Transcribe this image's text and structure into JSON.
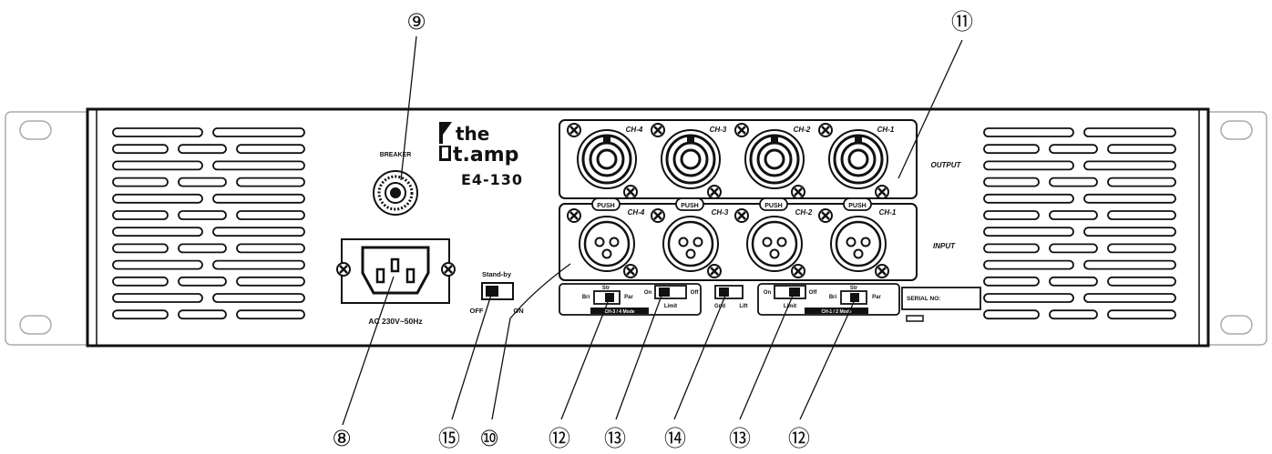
{
  "brand": {
    "line1": "the",
    "line2": "t.amp",
    "model": "E4-130"
  },
  "labels": {
    "breaker": "BREAKER",
    "power": "AC 230V~50Hz",
    "standby": "Stand-by",
    "off": "OFF",
    "on": "ON",
    "output": "OUTPUT",
    "input": "INPUT",
    "push": "PUSH",
    "serial": "SERIAL NO:",
    "ch": [
      "CH-4",
      "CH-3",
      "CH-2",
      "CH-1"
    ],
    "mode_left": "CH-3 / 4 Mode",
    "mode_right": "CH-1 / 2 Mode",
    "bri": "Bri",
    "str": "Str",
    "par": "Par",
    "on_sw": "On",
    "off_sw": "Off",
    "limit": "Limit",
    "gnd": "Gnd",
    "lift": "Lift"
  },
  "callouts": {
    "c8": "⑧",
    "c9": "⑨",
    "c10": "⑩",
    "c11": "⑪",
    "c12a": "⑫",
    "c13a": "⑬",
    "c14": "⑭",
    "c13b": "⑬",
    "c12b": "⑫",
    "c15": "⑮"
  }
}
